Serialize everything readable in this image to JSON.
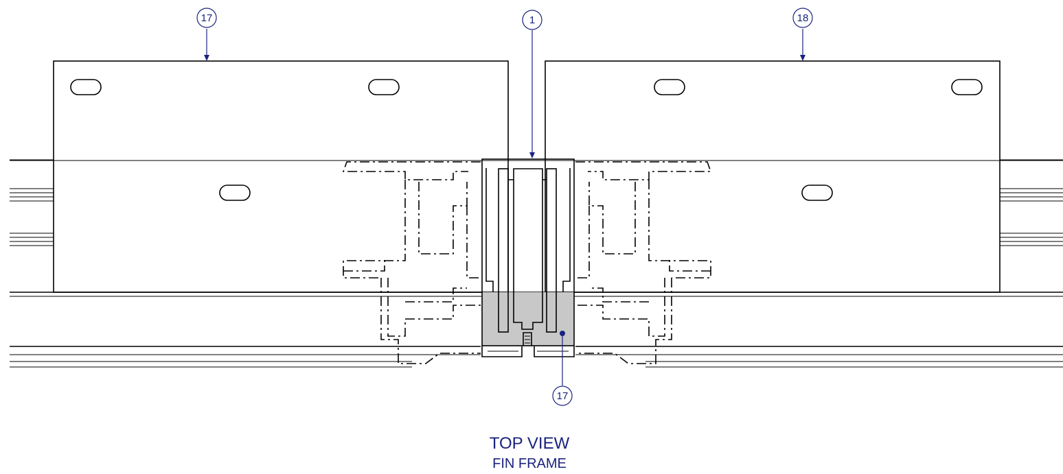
{
  "callouts": {
    "left_panel": "17",
    "center_profile": "1",
    "right_panel": "18",
    "insert": "17"
  },
  "caption": {
    "title": "TOP VIEW",
    "subtitle": "FIN FRAME"
  },
  "colors": {
    "annotation": "#1a237e",
    "hatch_fill": "#c8c8c8",
    "line": "#000000"
  }
}
